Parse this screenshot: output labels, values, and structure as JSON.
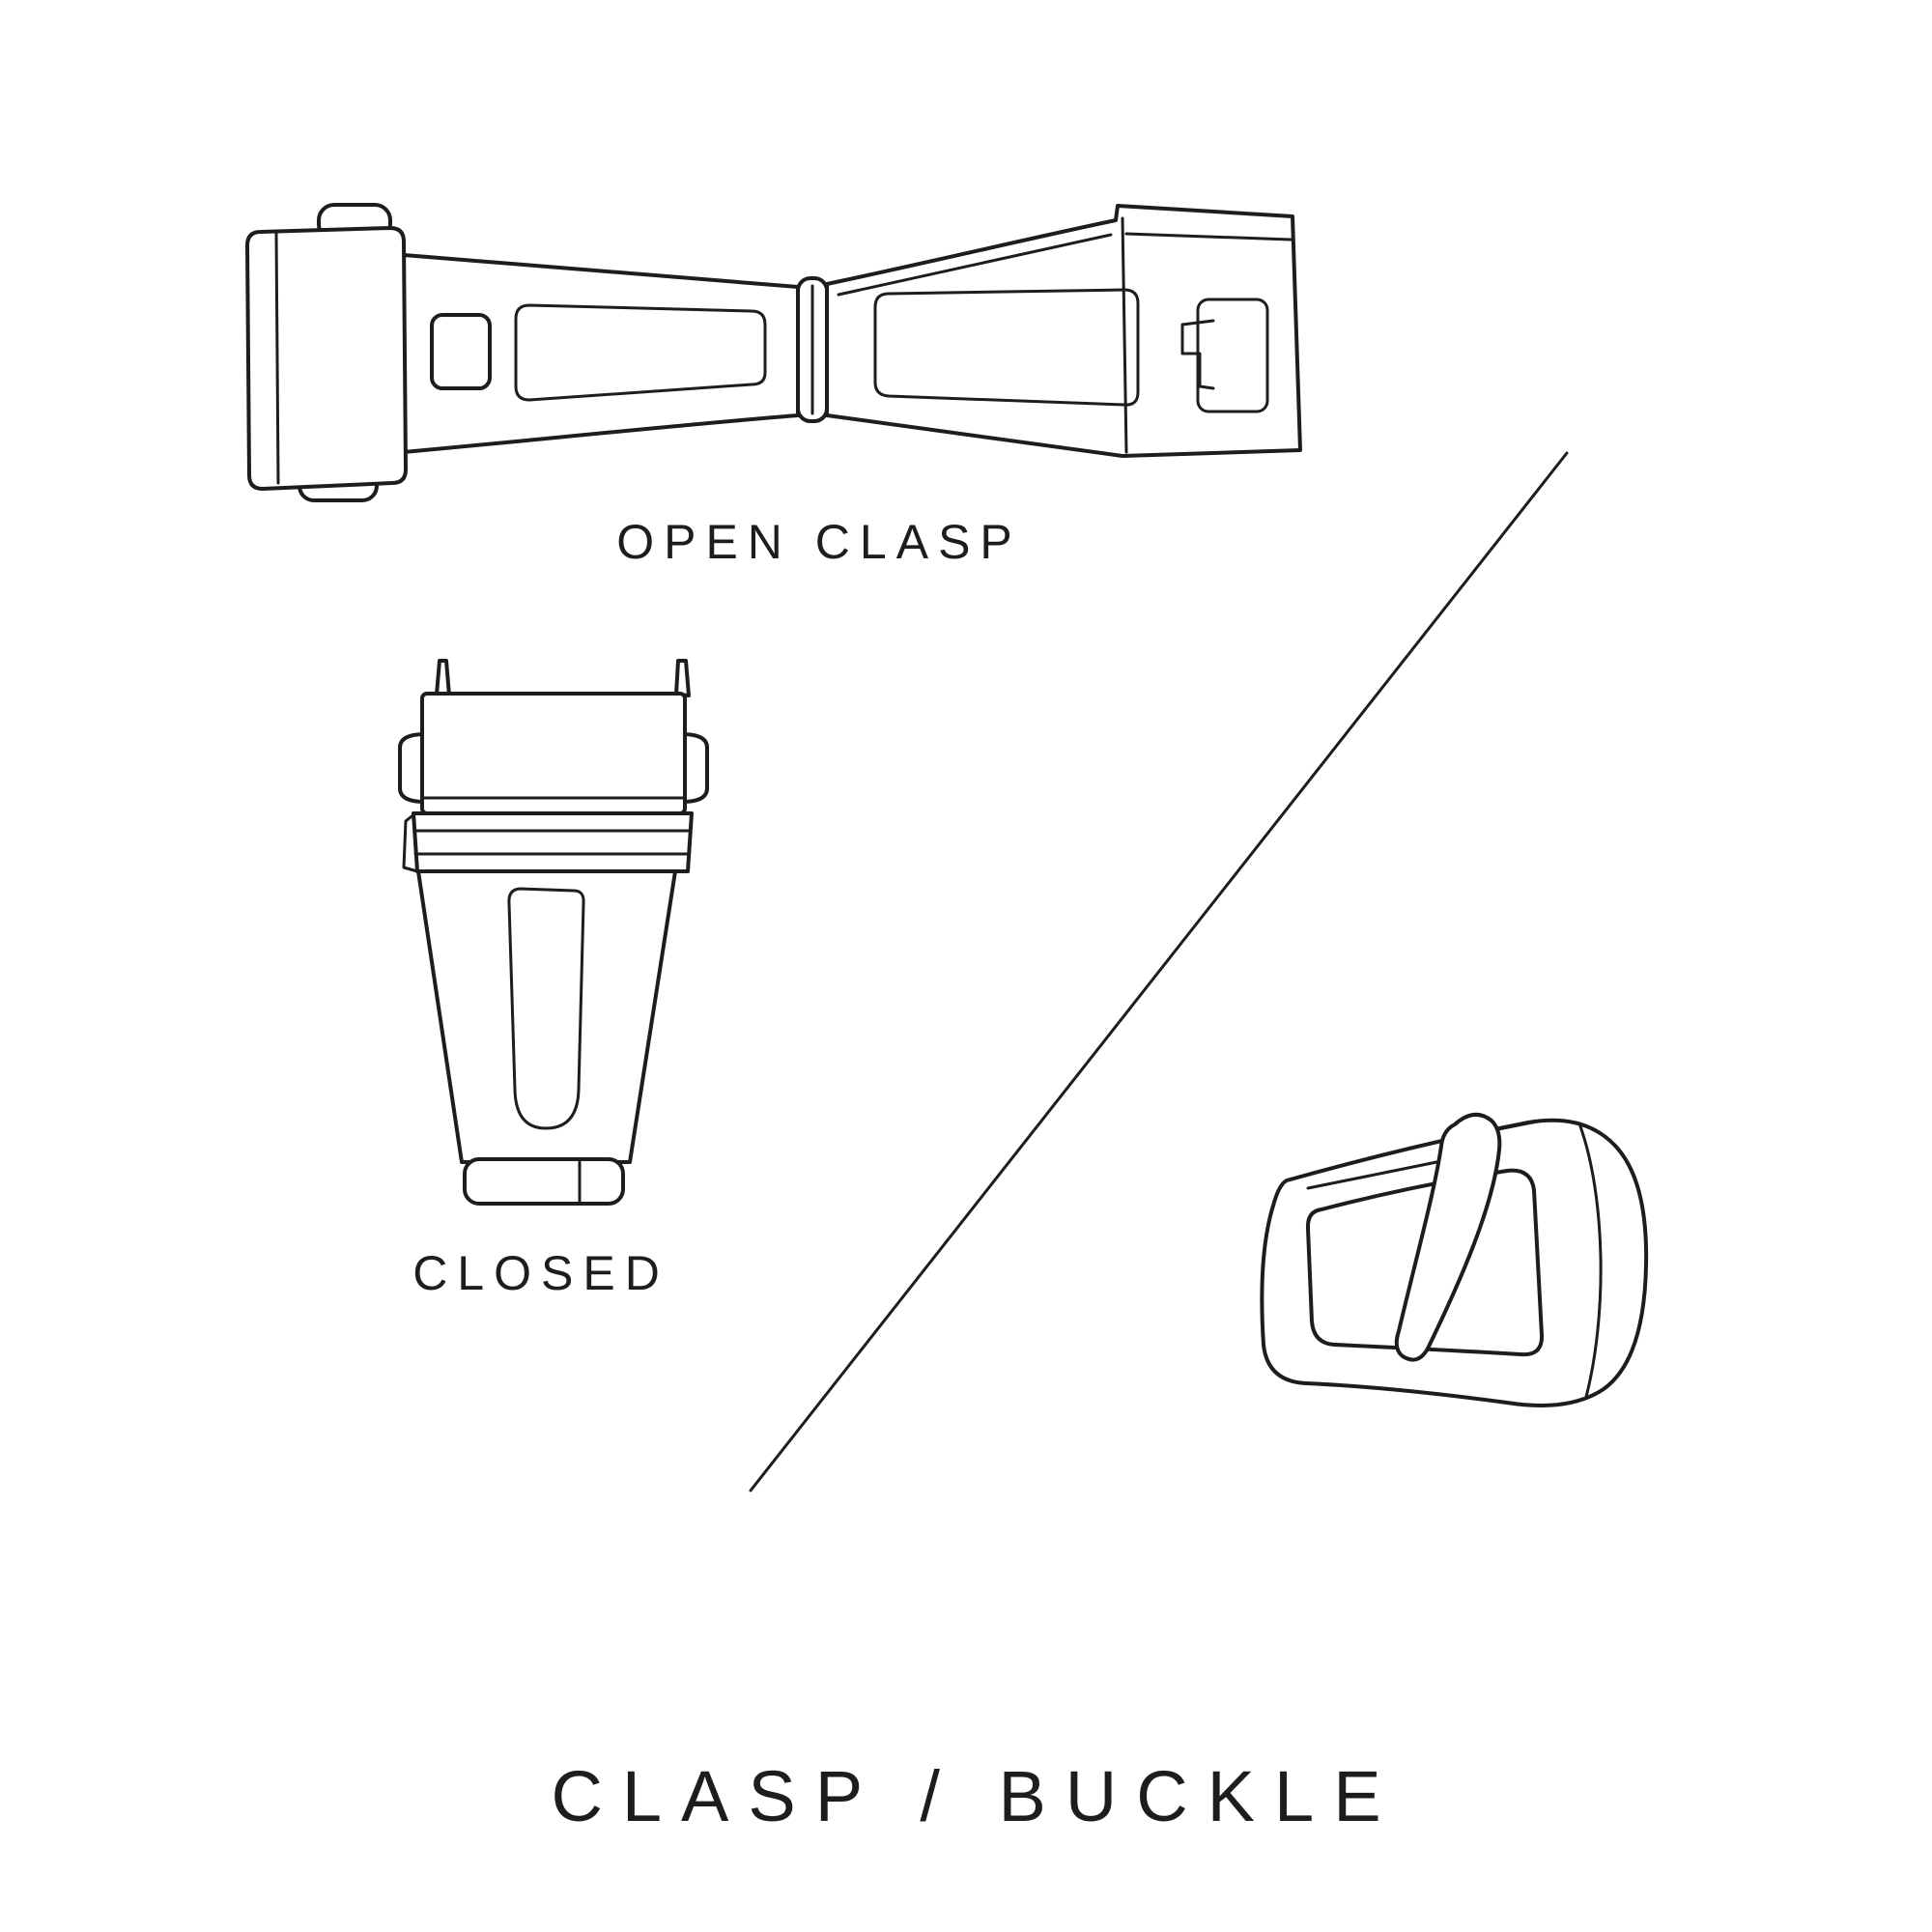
{
  "page": {
    "background_color": "#ffffff",
    "line_color": "#1d1d1d",
    "text_color": "#1d1d1d"
  },
  "labels": {
    "open_clasp": "OPEN CLASP",
    "closed": "CLOSED",
    "title": "CLASP / BUCKLE"
  },
  "illustrations": {
    "open_clasp": "open-watch-clasp-line-drawing",
    "closed_clasp": "closed-watch-clasp-line-drawing",
    "buckle": "watch-strap-buckle-line-drawing",
    "divider": "diagonal-divider-line"
  }
}
